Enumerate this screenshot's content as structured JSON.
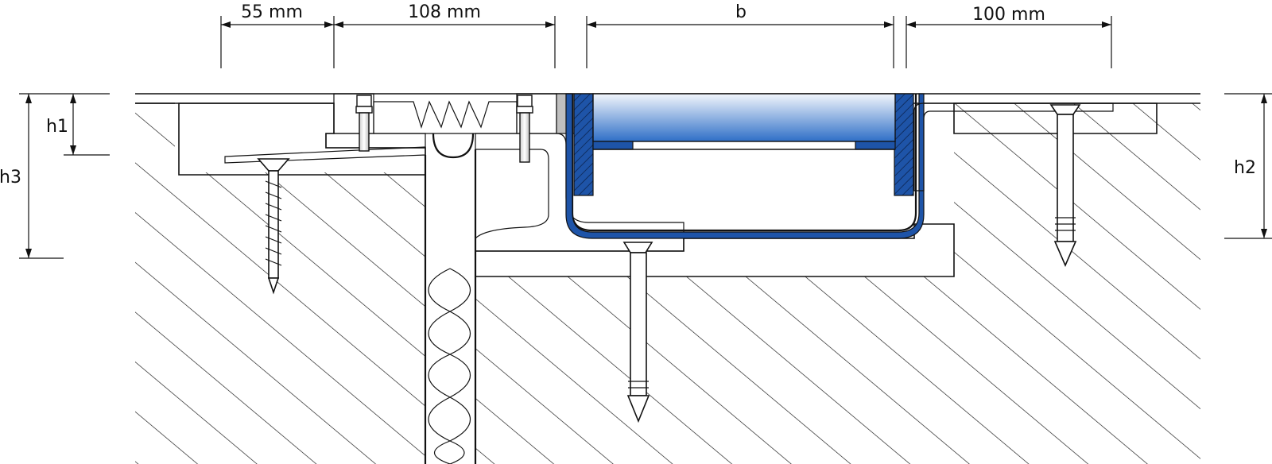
{
  "dimensions": {
    "top": [
      "55 mm",
      "108 mm",
      "b",
      "100 mm"
    ],
    "left": [
      "h1",
      "h3"
    ],
    "right": [
      "h2"
    ]
  },
  "colors": {
    "line": "#111111",
    "profile_blue": "#1e54a8",
    "profile_light": "#8c9ed8",
    "seal_gray": "#8a8a8a",
    "grate_top": "#e8f0fa",
    "grate_bottom": "#2f6fc7",
    "mortar": "#ededed"
  },
  "parts": {
    "left_screw": "countersunk-concrete-screw",
    "right_anchors": "expansion-anchor",
    "joint_filler": "insulation-roll",
    "gutter": "drainage-channel-with-slotted-grate",
    "seal": "rubber-bellows-seal"
  }
}
